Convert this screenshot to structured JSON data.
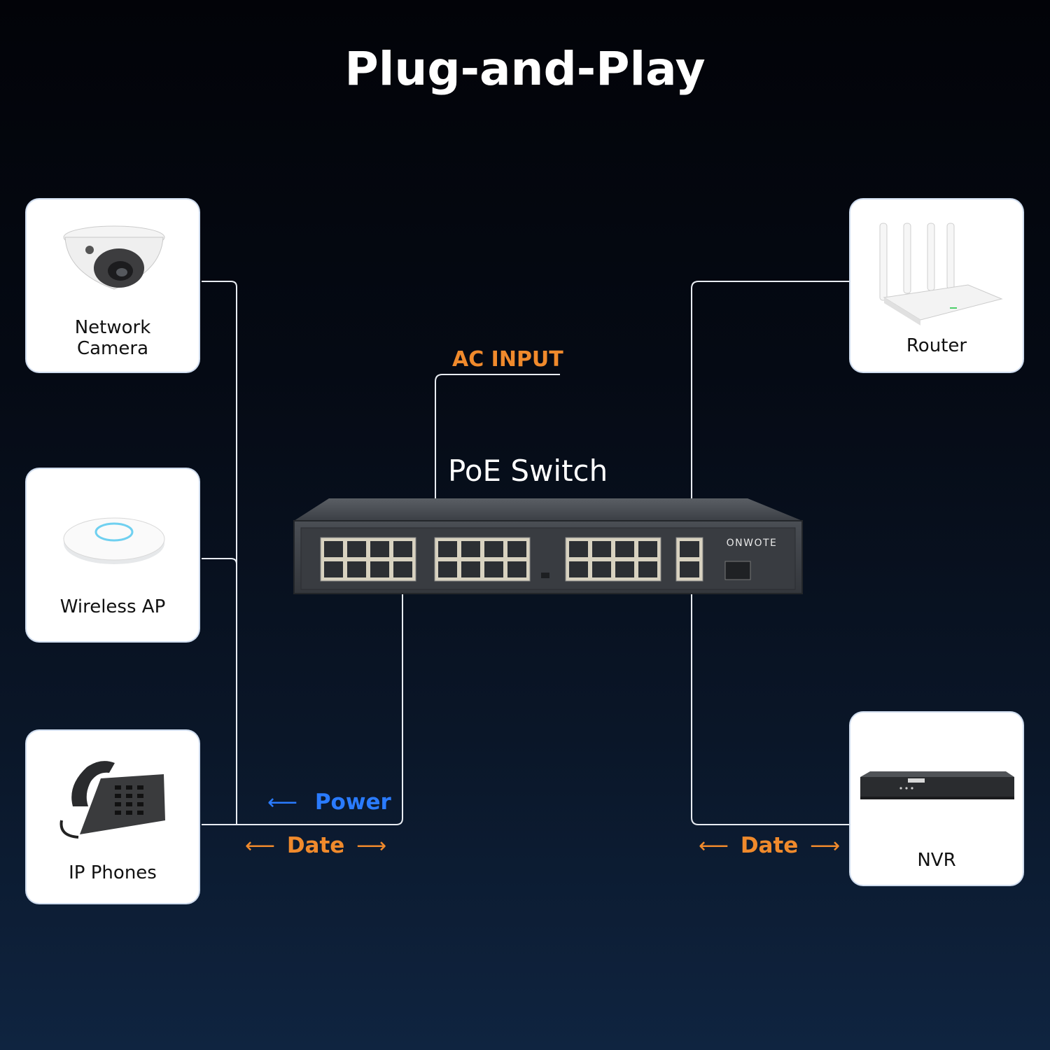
{
  "title": "Plug-and-Play",
  "switch": {
    "label": "PoE Switch",
    "brand": "ONWOTE",
    "ac_input_label": "AC INPUT"
  },
  "devices": {
    "camera": {
      "label": "Network\nCamera",
      "icon": "dome-camera-icon"
    },
    "ap": {
      "label": "Wireless AP",
      "icon": "wireless-access-point-icon"
    },
    "phone": {
      "label": "IP Phones",
      "icon": "desk-phone-icon"
    },
    "router": {
      "label": "Router",
      "icon": "router-icon"
    },
    "nvr": {
      "label": "NVR",
      "icon": "nvr-recorder-icon"
    }
  },
  "flows": {
    "power": {
      "label": "Power",
      "arrow": "⟵"
    },
    "date_left": {
      "label": "Date",
      "arrow_left": "⟵",
      "arrow_right": "⟶"
    },
    "date_right": {
      "label": "Date",
      "arrow_left": "⟵",
      "arrow_right": "⟶"
    }
  },
  "colors": {
    "accent_orange": "#f08a2c",
    "accent_blue": "#2a7bff",
    "line": "#e8ecf2"
  }
}
